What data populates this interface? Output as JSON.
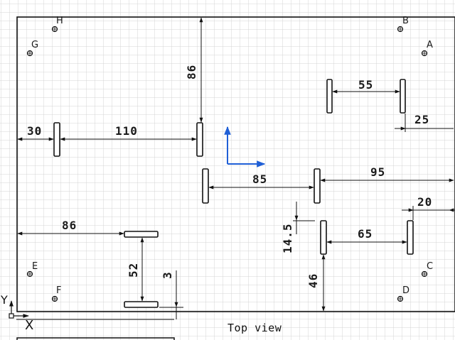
{
  "view_label": "Top view",
  "axes": {
    "x_label": "X",
    "y_label": "Y"
  },
  "colors": {
    "grid": "#d4d4d4",
    "line": "#111111",
    "triad": "#1f5fd6"
  },
  "dimensions": {
    "d86_top": "86",
    "d55": "55",
    "d25": "25",
    "d30": "30",
    "d110": "110",
    "d85": "85",
    "d95": "95",
    "d20": "20",
    "d86_left": "86",
    "d65": "65",
    "d14_5": "14.5",
    "d52": "52",
    "d3": "3",
    "d46": "46"
  },
  "hole_labels": {
    "a": "A",
    "b": "B",
    "c": "C",
    "d": "D",
    "e": "E",
    "f": "F",
    "g": "G",
    "h": "H"
  }
}
